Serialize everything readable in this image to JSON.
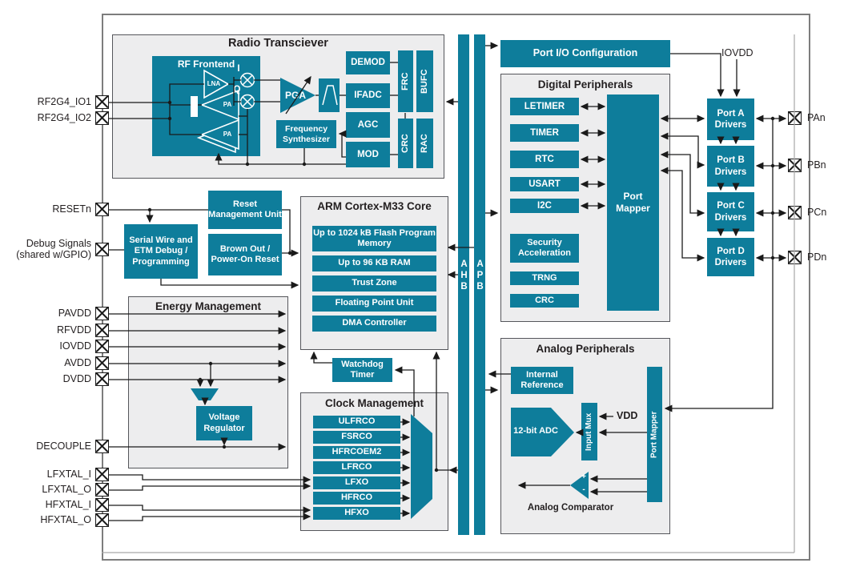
{
  "colors": {
    "teal": "#0E7D9B",
    "panel_bg": "#EDEDEE",
    "panel_border": "#55565B",
    "wire": "#1A1A1A",
    "rail": "#A6A6A6",
    "frame": "#7D7D7D"
  },
  "pins_left": [
    {
      "label": "RF2G4_IO1"
    },
    {
      "label": "RF2G4_IO2"
    },
    {
      "label": "RESETn"
    },
    {
      "label": "Debug Signals",
      "label2": "(shared w/GPIO)"
    },
    {
      "label": "PAVDD"
    },
    {
      "label": "RFVDD"
    },
    {
      "label": "IOVDD"
    },
    {
      "label": "AVDD"
    },
    {
      "label": "DVDD"
    },
    {
      "label": "DECOUPLE"
    },
    {
      "label": "LFXTAL_I"
    },
    {
      "label": "LFXTAL_O"
    },
    {
      "label": "HFXTAL_I"
    },
    {
      "label": "HFXTAL_O"
    }
  ],
  "pins_right": [
    {
      "label": "PAn"
    },
    {
      "label": "PBn"
    },
    {
      "label": "PCn"
    },
    {
      "label": "PDn"
    }
  ],
  "radio": {
    "title": "Radio Transciever",
    "rf_frontend_title": "RF Frontend",
    "lna": "LNA",
    "pa1": "PA",
    "pa2": "PA",
    "mixer_i": "I",
    "mixer_q": "Q",
    "pga": "PGA",
    "freq_synth": "Frequency Synthesizer",
    "demod": "DEMOD",
    "ifadc": "IFADC",
    "agc": "AGC",
    "mod": "MOD",
    "frc": "FRC",
    "bufc": "BUFC",
    "crc": "CRC",
    "rac": "RAC"
  },
  "reset": {
    "rmu": "Reset Management Unit",
    "serial_wire": "Serial Wire and ETM Debug / Programming",
    "brown_out": "Brown Out / Power-On Reset"
  },
  "core": {
    "title": "ARM Cortex-M33 Core",
    "flash": "Up to 1024 kB Flash Program Memory",
    "ram": "Up to 96 KB RAM",
    "trust_zone": "Trust Zone",
    "fpu": "Floating Point Unit",
    "dma": "DMA Controller"
  },
  "energy": {
    "title": "Energy Management",
    "voltage_regulator": "Voltage Regulator"
  },
  "watchdog": "Watchdog Timer",
  "clock": {
    "title": "Clock Management",
    "sources": [
      "ULFRCO",
      "FSRCO",
      "HFRCOEM2",
      "LFRCO",
      "LFXO",
      "HFRCO",
      "HFXO"
    ]
  },
  "buses": {
    "ahb": "AHB",
    "apb": "APB"
  },
  "port_io_configuration": "Port I/O Configuration",
  "digital": {
    "title": "Digital Peripherals",
    "peripherals": [
      "LETIMER",
      "TIMER",
      "RTC",
      "USART",
      "I2C"
    ],
    "security": [
      "Security Acceleration",
      "TRNG",
      "CRC"
    ],
    "port_mapper": "Port Mapper"
  },
  "analog": {
    "title": "Analog Peripherals",
    "internal_reference": "Internal Reference",
    "adc": "12-bit ADC",
    "input_mux": "Input Mux",
    "vdd": "VDD",
    "port_mapper": "Port Mapper",
    "comparator_label": "Analog Comparator",
    "plus": "+",
    "minus": "-"
  },
  "ports": {
    "iovdd": "IOVDD",
    "drivers": [
      {
        "l1": "Port A",
        "l2": "Drivers"
      },
      {
        "l1": "Port B",
        "l2": "Drivers"
      },
      {
        "l1": "Port C",
        "l2": "Drivers"
      },
      {
        "l1": "Port D",
        "l2": "Drivers"
      }
    ]
  }
}
